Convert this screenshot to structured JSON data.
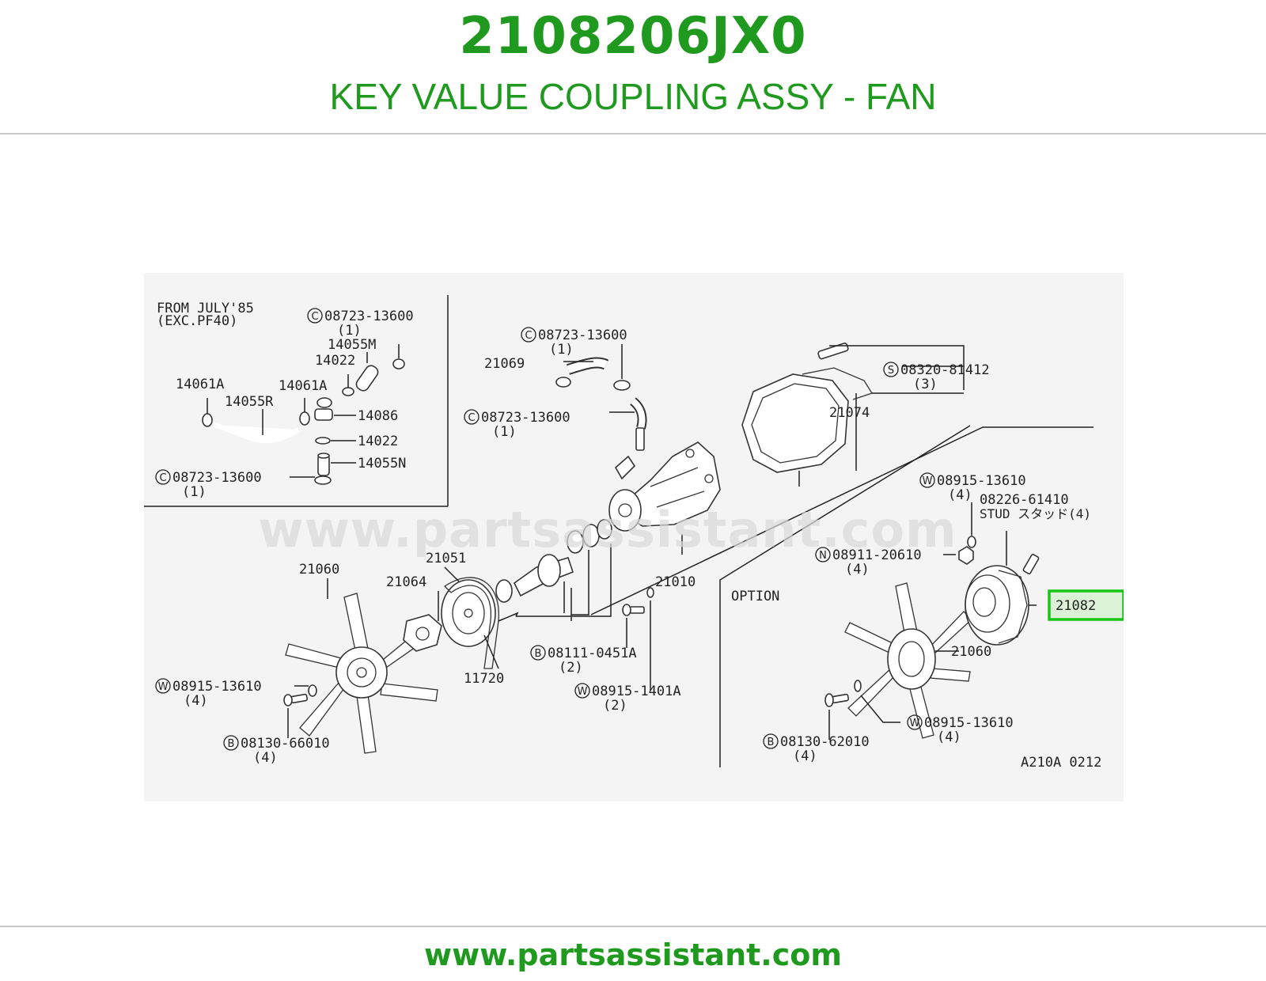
{
  "header": {
    "part_number": "2108206JX0",
    "part_title": "KEY VALUE COUPLING ASSY - FAN"
  },
  "footer": {
    "url": "www.partsassistant.com"
  },
  "diagram": {
    "watermark": "www.partsassistant.com",
    "inset_note": [
      "FROM JULY'85",
      "(EXC.PF40)"
    ],
    "option_note": "OPTION",
    "figure_code": "A210A 0212",
    "highlighted_part": "21082",
    "labels": {
      "p21082": "21082",
      "p21060a": "21060",
      "p21060b": "21060",
      "p21064": "21064",
      "p21051": "21051",
      "p11720": "11720",
      "p21010": "21010",
      "p21074": "21074",
      "p21069": "21069",
      "p14061a1": "14061A",
      "p14061a2": "14061A",
      "p14055r": "14055R",
      "p14055m": "14055M",
      "p14022a": "14022",
      "p14022b": "14022",
      "p14086": "14086",
      "p14055n": "14055N",
      "c1": "08723-13600",
      "c1q": "(1)",
      "c2": "08723-13600",
      "c2q": "(1)",
      "c3": "08723-13600",
      "c3q": "(1)",
      "c4": "08723-13600",
      "c4q": "(1)",
      "s1": "08320-81412",
      "s1q": "(3)",
      "w1": "08915-13610",
      "w1q": "(4)",
      "stud": "08226-61410",
      "stud_desc": "STUD スタッド(4)",
      "n1": "08911-20610",
      "n1q": "(4)",
      "w2": "08915-13610",
      "w2q": "(4)",
      "b1": "08130-66010",
      "b1q": "(4)",
      "b2": "08111-0451A",
      "b2q": "(2)",
      "w3": "08915-1401A",
      "w3q": "(2)",
      "w4": "08915-13610",
      "w4q": "(4)",
      "b3": "08130-62010",
      "b3q": "(4)"
    },
    "prefix_letters": {
      "c": "C",
      "s": "S",
      "w": "W",
      "n": "N",
      "b": "B"
    }
  }
}
